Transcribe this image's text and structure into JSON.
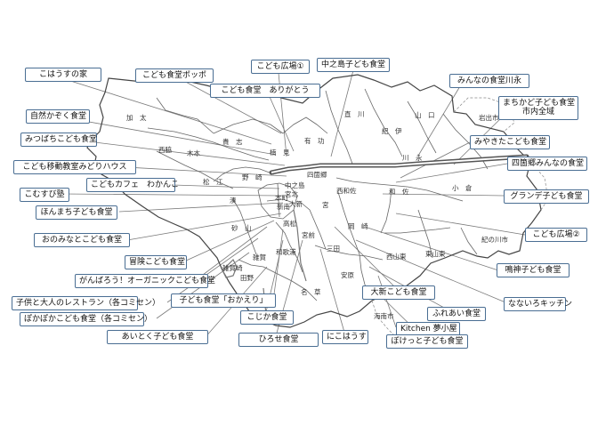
{
  "labels": {
    "l01": "こはうすの家",
    "l02": "こども食堂ポッポ",
    "l03": "こども広場①",
    "l04": "中之島子ども食堂",
    "l05": "自然かぞく食堂",
    "l06": "こども食堂　ありがとう",
    "l07": "みんなの食堂川永",
    "l08": "まちかど子ども食堂",
    "l08b": "市内全域",
    "l09": "みつばちこども食堂",
    "l10": "みやきたこども食堂",
    "l11": "こども移動教室みどりハウス",
    "l12": "四箇郷みんなの食堂",
    "l13": "こどもカフェ　わかんこ",
    "l14": "グランデ子ども食堂",
    "l15": "こむすび塾",
    "l16": "ほんまち子ども食堂",
    "l17": "こども広場②",
    "l18": "おのみなとこども食堂",
    "l19": "鳴神子ども食堂",
    "l20": "冒険こども食堂",
    "l21": "がんばろう！オーガニックこども食堂",
    "l22": "なないろキッチン",
    "l23": "子供と大人のレストラン（各コミセン）",
    "l24": "子ども食堂「おかえり」",
    "l25": "大新こども食堂",
    "l26": "ぽかぽかこども食堂（各コミセン）",
    "l27": "ふれあい食堂",
    "l28": "こじか食堂",
    "l29": "Kitchen 夢小屋",
    "l30": "あいとく子ども食堂",
    "l31": "ひろせ食堂",
    "l32": "にこはうす",
    "l33": "ぽけっと子ども食堂"
  },
  "districts": {
    "d01": "加　太",
    "d02": "西脇",
    "d03": "木本",
    "d04": "貴　志",
    "d05": "楠　見",
    "d06": "有　功",
    "d07": "直　川",
    "d08": "紀　伊",
    "d09": "山　口",
    "d10": "川　永",
    "d11": "岩出市",
    "d12": "野　崎",
    "d13": "松　江",
    "d14": "湊",
    "d15": "四箇郷",
    "d16": "西和佐",
    "d17": "和　佐",
    "d18": "小　倉",
    "d19": "宮",
    "d20": "岡　崎",
    "d21": "紀の川市",
    "d22": "砂　山",
    "d23": "宮前",
    "d24": "三田",
    "d25": "西山東",
    "d26": "東山東",
    "d27": "雑賀",
    "d28": "安原",
    "d29": "名　草",
    "d30": "海南市",
    "d31": "中之島",
    "d32": "宮北",
    "d33": "本町",
    "d34": "新南",
    "d35": "大新",
    "d36": "和歌浦",
    "d37": "雑賀崎",
    "d38": "田野",
    "d39": "高松"
  }
}
